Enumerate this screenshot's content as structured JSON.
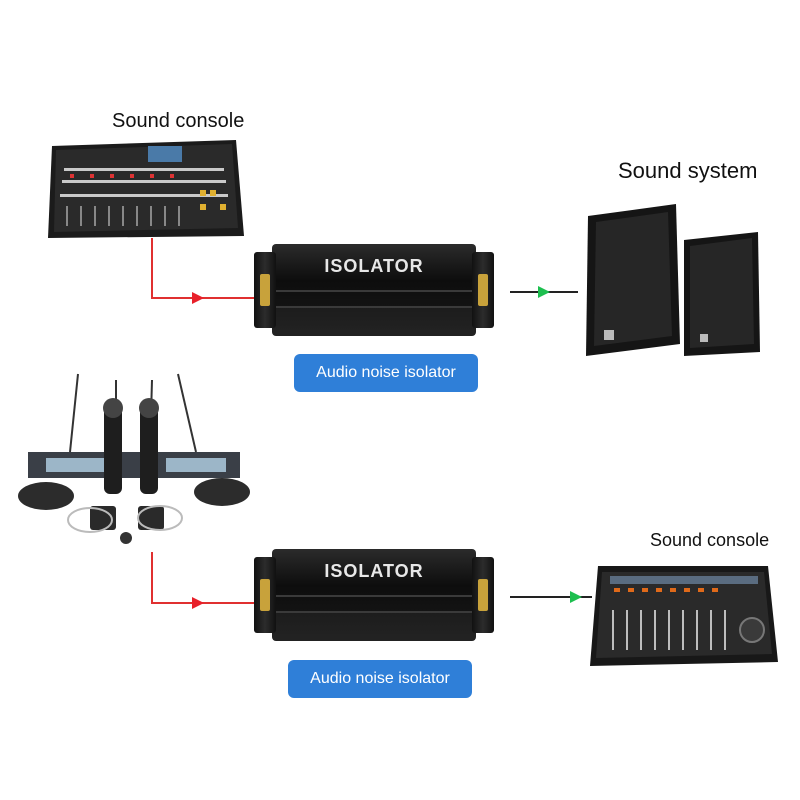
{
  "top": {
    "source_label": "Sound console",
    "dest_label": "Sound system",
    "isolator_brand": "ISOLATOR",
    "pill_label": "Audio noise isolator"
  },
  "bottom": {
    "dest_label": "Sound console",
    "isolator_brand": "ISOLATOR",
    "pill_label": "Audio noise isolator"
  },
  "colors": {
    "input_arrow": "#e8202a",
    "output_arrow": "#1dbf4f",
    "pill": "#2f7fd8",
    "cable": "#e03030"
  },
  "icons": [
    "mixing-console-icon",
    "speaker-icon",
    "wireless-mic-system-icon",
    "digital-console-icon"
  ]
}
